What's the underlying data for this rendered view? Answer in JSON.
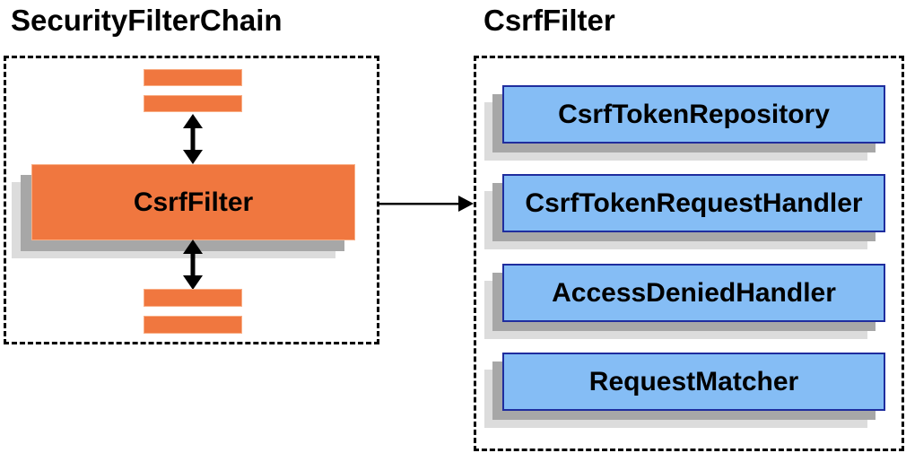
{
  "diagram": {
    "left_group": {
      "title": "SecurityFilterChain",
      "filter_box_label": "CsrfFilter"
    },
    "right_group": {
      "title": "CsrfFilter",
      "components": [
        "CsrfTokenRepository",
        "CsrfTokenRequestHandler",
        "AccessDeniedHandler",
        "RequestMatcher"
      ]
    },
    "colors": {
      "orange_fill": "#F0773F",
      "orange_border": "#F9AE85",
      "blue_fill": "#85BDF5",
      "blue_border": "#1F2D9E",
      "shadow_dark": "#A7A7A7",
      "shadow_light": "#DCDCDC",
      "dashed_border": "#000000",
      "arrow": "#000000",
      "text": "#000000",
      "background": "#FFFFFF"
    }
  }
}
